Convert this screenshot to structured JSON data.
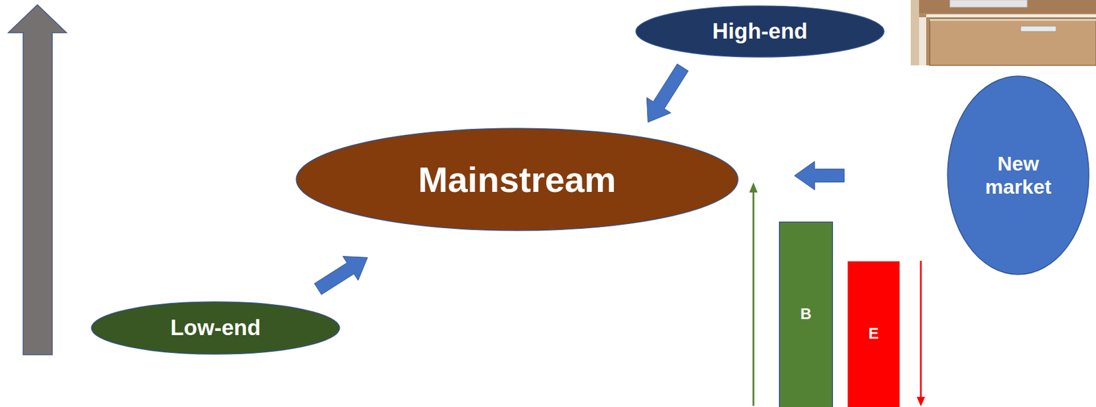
{
  "diagram": {
    "nodes": [
      {
        "text": [
          "High-end"
        ]
      },
      {
        "text": [
          "Mainstream"
        ]
      },
      {
        "text": [
          "New market"
        ]
      },
      {
        "text": [
          "Low-end"
        ]
      },
      {
        "text": [
          "B"
        ]
      },
      {
        "text": [
          "E"
        ]
      }
    ],
    "edges": [
      {
        "from": 0,
        "to": 1,
        "arrow": "to"
      },
      {
        "from": 3,
        "to": 1,
        "arrow": "to"
      },
      {
        "from": 2,
        "to": 1,
        "arrow": "to"
      }
    ]
  }
}
